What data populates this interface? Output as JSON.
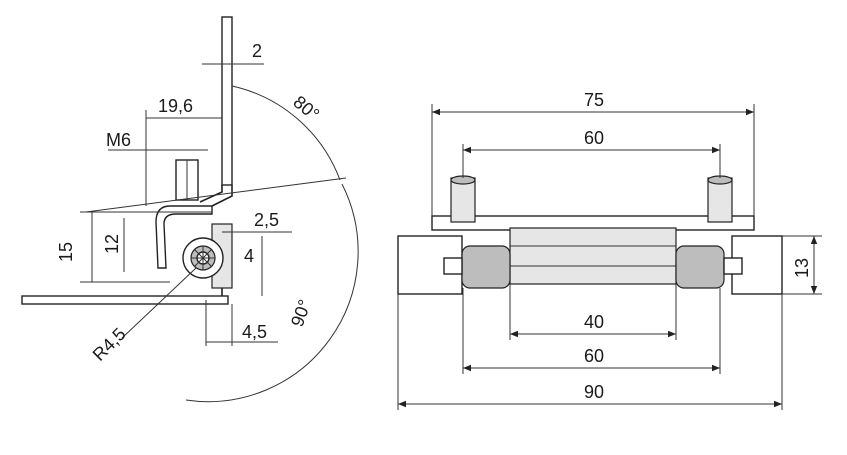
{
  "side_view": {
    "dims": {
      "thickness": "2",
      "offset": "19,6",
      "thread": "M6",
      "height_outer": "15",
      "height_inner": "12",
      "pin_gap": "2,5",
      "pin_height": "4",
      "pin_offset": "4,5",
      "radius": "R4,5",
      "angle_top": "80°",
      "angle_bottom": "90°"
    }
  },
  "top_view": {
    "dims": {
      "plate_width": "75",
      "hole_spacing_top": "60",
      "barrel_length": "40",
      "hole_spacing_bottom": "60",
      "overall_width": "90",
      "leaf_height": "13"
    }
  },
  "arrow_color": "#222222"
}
